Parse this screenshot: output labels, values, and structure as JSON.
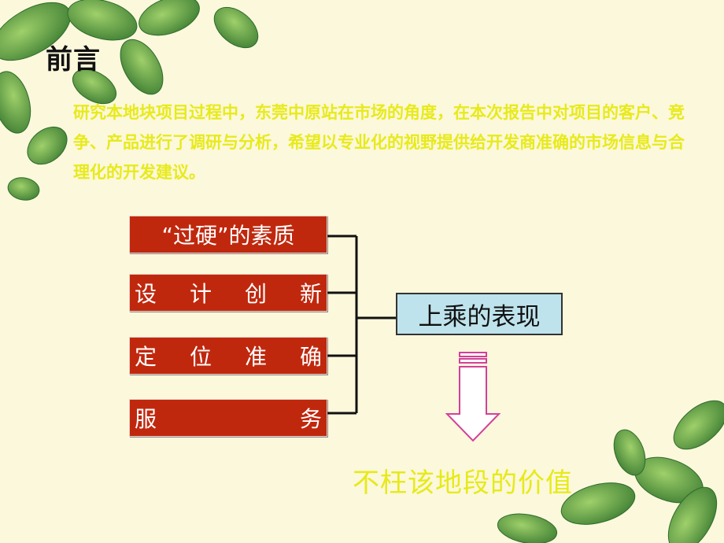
{
  "title": "前言",
  "intro": "研究本地块项目过程中，东莞中原站在市场的角度，在本次报告中对项目的客户、竞争、产品进行了调研与分析，希望以专业化的视野提供给开发商准确的市场信息与合理化的开发建议。",
  "qualities": [
    {
      "text": "“过硬”的素质",
      "chars": []
    },
    {
      "text": "设计创新",
      "chars": [
        "设",
        "计",
        "创",
        "新"
      ]
    },
    {
      "text": "定位准确",
      "chars": [
        "定",
        "位",
        "准",
        "确"
      ]
    },
    {
      "text": "服务",
      "chars": [
        "服",
        "务"
      ]
    }
  ],
  "result": "上乘的表现",
  "conclusion": "不枉该地段的价值",
  "colors": {
    "background": "#fbf8dc",
    "highlight_text": "#e8ea1a",
    "red_box": "#c0280e",
    "result_box": "#bfe3ec",
    "leaf": "#6fa94b"
  }
}
